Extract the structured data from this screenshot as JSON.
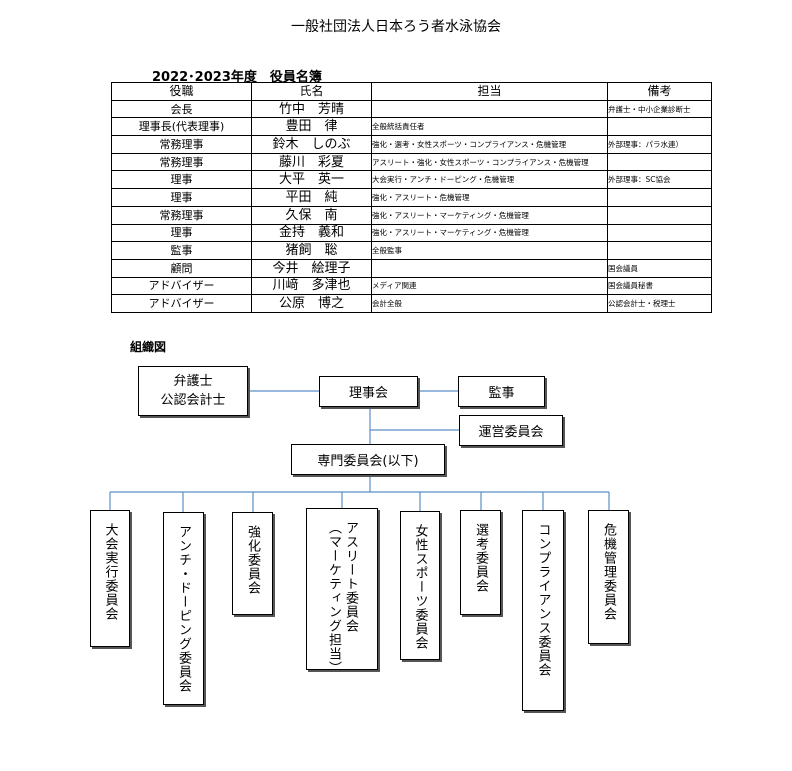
{
  "org_title": "一般社団法人日本ろう者水泳協会",
  "year_title": "2022･2023年度　役員名簿",
  "table": {
    "headers": [
      "役職",
      "氏名",
      "担当",
      "備考"
    ],
    "rows": [
      {
        "role": "会長",
        "name": "竹中　芳晴",
        "duty": "",
        "note": "弁護士・中小企業診断士"
      },
      {
        "role": "理事長(代表理事)",
        "name": "豊田　律",
        "duty": "全般統括責任者",
        "note": ""
      },
      {
        "role": "常務理事",
        "name": "鈴木　しのぶ",
        "duty": "強化・選考・女性スポーツ・コンプライアンス・危機管理",
        "note": "外部理事：パラ水連）"
      },
      {
        "role": "常務理事",
        "name": "藤川　彩夏",
        "duty": "アスリート・強化・女性スポーツ・コンプライアンス・危機管理",
        "note": ""
      },
      {
        "role": "理事",
        "name": "大平　英一",
        "duty": "大会実行・アンチ・ドーピング・危機管理",
        "note": "外部理事：SC協会"
      },
      {
        "role": "理事",
        "name": "平田　純",
        "duty": "強化・アスリート・危機管理",
        "note": ""
      },
      {
        "role": "常務理事",
        "name": "久保　南",
        "duty": "強化・アスリート・マーケティング・危機管理",
        "note": ""
      },
      {
        "role": "理事",
        "name": "金持　義和",
        "duty": "強化・アスリート・マーケティング・危機管理",
        "note": ""
      },
      {
        "role": "監事",
        "name": "猪飼　聡",
        "duty": "全般監事",
        "note": ""
      },
      {
        "role": "顧問",
        "name": "今井　絵理子",
        "duty": "",
        "note": "国会議員"
      },
      {
        "role": "アドバイザー",
        "name": "川﨑　多津也",
        "duty": "メディア関連",
        "note": "国会議員秘書"
      },
      {
        "role": "アドバイザー",
        "name": "公原　博之",
        "duty": "会計全般",
        "note": "公認会計士・税理士"
      }
    ]
  },
  "chart": {
    "label": "組織図",
    "advisors_line1": "弁護士",
    "advisors_line2": "公認会計士",
    "board": "理事会",
    "auditor": "監事",
    "management": "運営委員会",
    "specialist": "専門委員会(以下)",
    "committees": [
      "大会実行委員会",
      "アンチ・ドーピング委員会",
      "強化委員会",
      "アスリート委員会\n（マーケティング担当）",
      "女性スポーツ委員会",
      "選考委員会",
      "コンプライアンス委員会",
      "危機管理委員会"
    ],
    "line_color": "#5b8fc7"
  }
}
